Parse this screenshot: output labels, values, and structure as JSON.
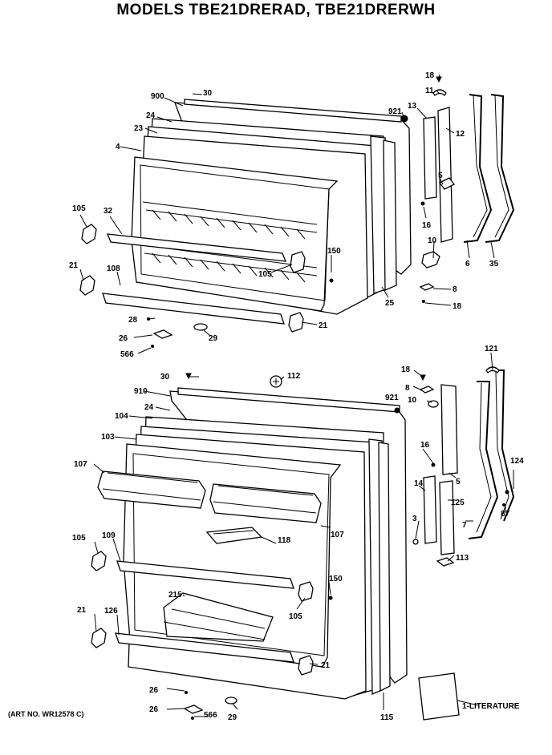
{
  "title": "MODELS TBE21DRERAD, TBE21DRERWH",
  "art_number": "(ART NO. WR12578 C)",
  "freezer_door_labels": {
    "p900": "900",
    "p30": "30",
    "p24": "24",
    "p23": "23",
    "p4": "4",
    "p105": "105",
    "p32": "32",
    "p21": "21",
    "p108": "108",
    "p105b": "105",
    "p150": "150",
    "p28": "28",
    "p26": "26",
    "p566": "566",
    "p29": "29",
    "p21b": "21",
    "p921": "921",
    "p13": "13",
    "p18": "18",
    "p11": "11",
    "p12": "12",
    "p5": "5",
    "p16": "16",
    "p10": "10",
    "p8": "8",
    "p18b": "18",
    "p6": "6",
    "p35": "35",
    "p25": "25"
  },
  "fresh_food_door_labels": {
    "p30": "30",
    "p112": "112",
    "p910": "910",
    "p24": "24",
    "p104": "104",
    "p103": "103",
    "p107": "107",
    "p107b": "107",
    "p118": "118",
    "p105": "105",
    "p109": "109",
    "p150": "150",
    "p215": "215",
    "p105b": "105",
    "p21": "21",
    "p126": "126",
    "p21b": "21",
    "p26": "26",
    "p26b": "26",
    "p566": "566",
    "p29": "29",
    "p115": "115",
    "p18": "18",
    "p8": "8",
    "p921": "921",
    "p10": "10",
    "p16": "16",
    "p5": "5",
    "p14": "14",
    "p3": "3",
    "p125": "125",
    "p121": "121",
    "p124": "124",
    "p7": "7",
    "p87": "87",
    "p113": "113",
    "literature": "1-LITERATURE"
  }
}
